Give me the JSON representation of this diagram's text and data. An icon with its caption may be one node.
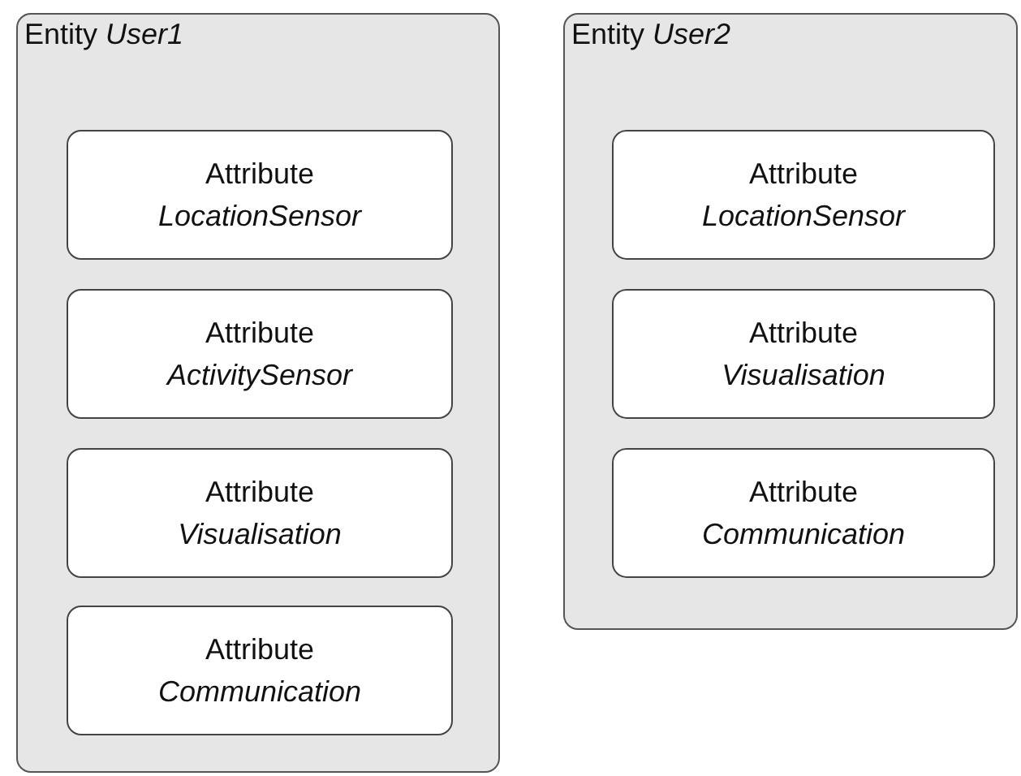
{
  "diagram": {
    "nodes": [
      {
        "text": [
          "Entity *User1*"
        ]
      },
      {
        "text": [
          "Attribute",
          "LocationSensor"
        ],
        "in": 0
      },
      {
        "text": [
          "Attribute",
          "ActivitySensor"
        ],
        "in": 0
      },
      {
        "text": [
          "Attribute",
          "Visualisation"
        ],
        "in": 0
      },
      {
        "text": [
          "Attribute",
          "Communication"
        ],
        "in": 0
      },
      {
        "text": [
          "Entity *User2*"
        ]
      },
      {
        "text": [
          "Attribute",
          "LocationSensor"
        ],
        "in": 5
      },
      {
        "text": [
          "Attribute",
          "Visualisation"
        ],
        "in": 5
      },
      {
        "text": [
          "Attribute",
          "Communication"
        ],
        "in": 5
      }
    ]
  }
}
